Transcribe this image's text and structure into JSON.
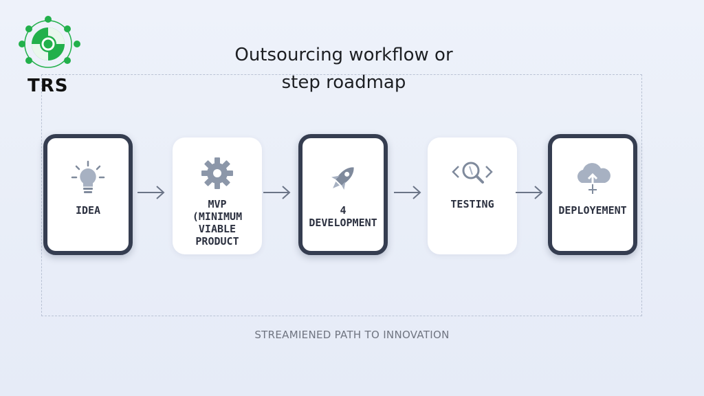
{
  "logo": {
    "text": "TRS",
    "color": "#22b04b"
  },
  "title": "Outsourcing workflow or\nstep roadmap",
  "steps": [
    {
      "label": "IDEA",
      "icon": "lightbulb-icon",
      "style": "boxed"
    },
    {
      "label": "MVP\n(MINIMUM VIABLE\nPRODUCT",
      "icon": "gear-icon",
      "style": "plain"
    },
    {
      "label": "4\nDEVELOPMENT",
      "icon": "rocket-icon",
      "style": "boxed"
    },
    {
      "label": "TESTING",
      "icon": "code-search-icon",
      "style": "plain"
    },
    {
      "label": "DEPLOYEMENT",
      "icon": "cloud-upload-icon",
      "style": "boxed"
    }
  ],
  "footer": "STREAMIENED PATH TO INNOVATION",
  "colors": {
    "box_border": "#353d50",
    "icon": "#7f8a9c",
    "arrow": "#6b7487"
  }
}
